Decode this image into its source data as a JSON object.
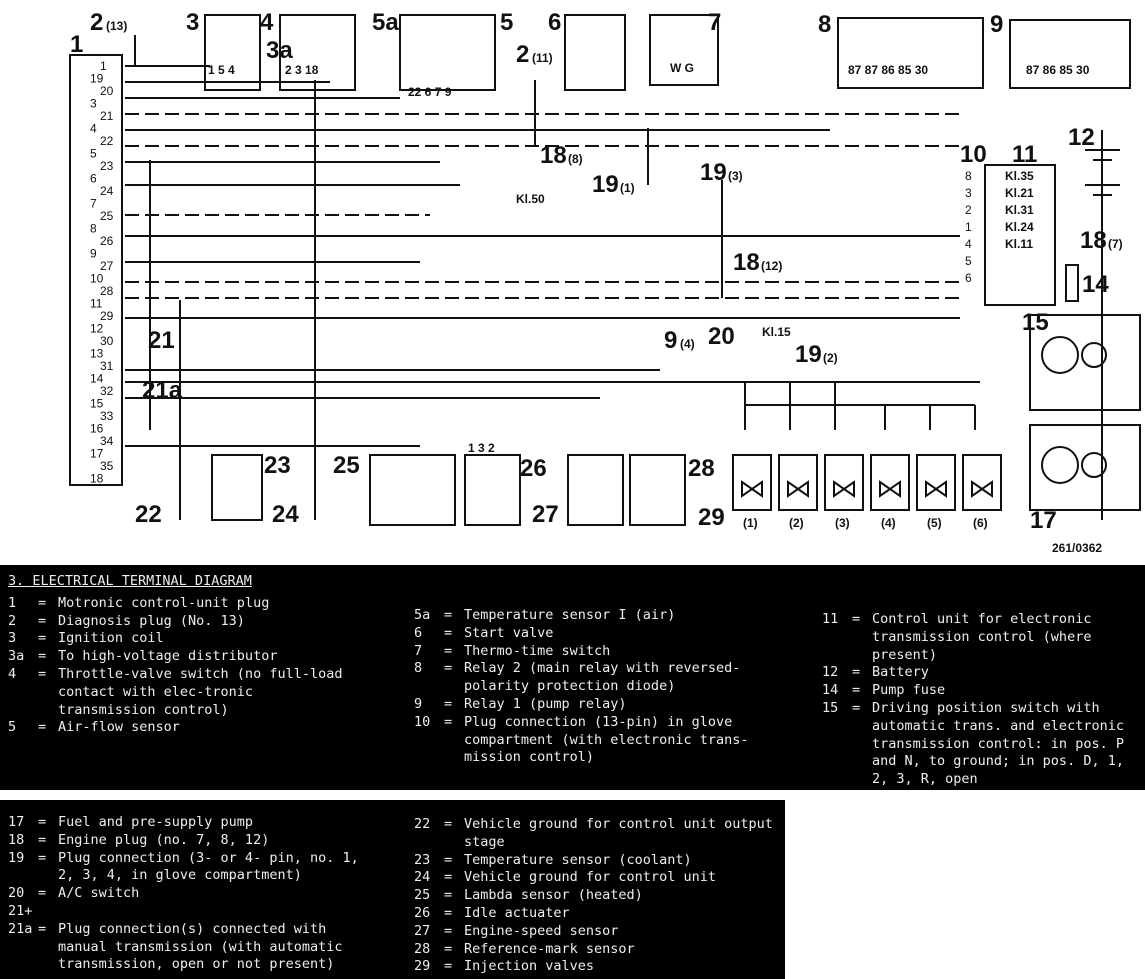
{
  "diagram": {
    "plug1_pins": [
      "1",
      "19",
      "20",
      "3",
      "21",
      "4",
      "22",
      "5",
      "23",
      "6",
      "24",
      "7",
      "25",
      "8",
      "26",
      "9",
      "27",
      "10",
      "28",
      "11",
      "29",
      "12",
      "30",
      "13",
      "31",
      "14",
      "32",
      "15",
      "33",
      "16",
      "34",
      "17",
      "35",
      "18"
    ],
    "labels": {
      "c1": "1",
      "c2": "2",
      "c2sub": "(13)",
      "c3": "3",
      "c3a": "3a",
      "c4": "4",
      "c5a": "5a",
      "c5": "5",
      "c6": "6",
      "c7": "7",
      "c8": "8",
      "c9": "9",
      "c2b": "2",
      "c2bsub": "(11)",
      "c18a": "18",
      "c18asub": "(8)",
      "kl50": "Kl.50",
      "c19a": "19",
      "c19asub": "(1)",
      "c19b": "19",
      "c19bsub": "(3)",
      "c10": "10",
      "c11": "11",
      "c12": "12",
      "c18b": "18",
      "c18bsub": "(7)",
      "c14": "14",
      "c15": "15",
      "c18c": "18",
      "c18csub": "(12)",
      "c9b": "9",
      "c9bsub": "(4)",
      "c20": "20",
      "kl15": "Kl.15",
      "c19c": "19",
      "c19csub": "(2)",
      "c21": "21",
      "c21a": "21a",
      "c22": "22",
      "c23": "23",
      "c24": "24",
      "c25": "25",
      "c26": "26",
      "c27": "27",
      "c28": "28",
      "c29": "29",
      "c17": "17",
      "code": "261/0362",
      "r8pins": "87  87  86    85  30",
      "r9pins": "87 86 85 30",
      "p3pins": "1  5  4",
      "p4pins": "2  3 18",
      "p5pins": "22  6  7  9",
      "p7pins": "W    G",
      "p26pins": "1  3  2"
    },
    "kl_pins": [
      {
        "pin": "8",
        "kl": "Kl.35"
      },
      {
        "pin": "3",
        "kl": "Kl.21"
      },
      {
        "pin": "2",
        "kl": "Kl.31"
      },
      {
        "pin": "1",
        "kl": "Kl.24"
      },
      {
        "pin": "4",
        "kl": "Kl.11"
      },
      {
        "pin": "5",
        "kl": ""
      },
      {
        "pin": "6",
        "kl": ""
      }
    ],
    "injectors": [
      "(1)",
      "(2)",
      "(3)",
      "(4)",
      "(5)",
      "(6)"
    ]
  },
  "legend1": {
    "title": "3. ELECTRICAL TERMINAL DIAGRAM",
    "col1": [
      {
        "n": "1",
        "t": "Motronic control-unit plug"
      },
      {
        "n": "2",
        "t": "Diagnosis plug (No. 13)"
      },
      {
        "n": "3",
        "t": "Ignition coil"
      },
      {
        "n": "3a",
        "t": "To high-voltage distributor"
      },
      {
        "n": "4",
        "t": "Throttle-valve switch (no full-load contact with elec-tronic transmission control)"
      },
      {
        "n": "5",
        "t": "Air-flow sensor"
      }
    ],
    "col2": [
      {
        "n": "5a",
        "t": "Temperature sensor I (air)"
      },
      {
        "n": "6",
        "t": "Start valve"
      },
      {
        "n": "7",
        "t": "Thermo-time switch"
      },
      {
        "n": "8",
        "t": "Relay 2 (main relay with reversed-polarity protection diode)"
      },
      {
        "n": "9",
        "t": "Relay 1 (pump relay)"
      },
      {
        "n": "10",
        "t": "Plug connection (13-pin) in glove compartment (with electronic trans-mission control)"
      }
    ],
    "col3": [
      {
        "n": "11",
        "t": "Control unit for electronic transmission control (where present)"
      },
      {
        "n": "12",
        "t": "Battery"
      },
      {
        "n": "14",
        "t": "Pump fuse"
      },
      {
        "n": "15",
        "t": "Driving position switch with automatic trans. and electronic transmission control: in pos. P and N, to ground; in pos. D, 1, 2, 3, R, open"
      }
    ]
  },
  "legend2": {
    "col1": [
      {
        "n": "17",
        "t": "Fuel and pre-supply pump"
      },
      {
        "n": "18",
        "t": "Engine plug (no. 7, 8, 12)"
      },
      {
        "n": "19",
        "t": "Plug connection (3- or 4- pin, no. 1, 2, 3, 4, in glove compartment)"
      },
      {
        "n": "20",
        "t": "A/C switch"
      },
      {
        "n": "21+",
        "t": ""
      },
      {
        "n": "21a",
        "t": "Plug connection(s) connected with manual transmission (with automatic transmission, open or not present)"
      }
    ],
    "col2": [
      {
        "n": "22",
        "t": "Vehicle ground for control unit output stage"
      },
      {
        "n": "23",
        "t": "Temperature sensor (coolant)"
      },
      {
        "n": "24",
        "t": "Vehicle ground for control unit"
      },
      {
        "n": "25",
        "t": "Lambda sensor (heated)"
      },
      {
        "n": "26",
        "t": "Idle actuater"
      },
      {
        "n": "27",
        "t": "Engine-speed sensor"
      },
      {
        "n": "28",
        "t": "Reference-mark sensor"
      },
      {
        "n": "29",
        "t": "Injection valves"
      }
    ]
  }
}
